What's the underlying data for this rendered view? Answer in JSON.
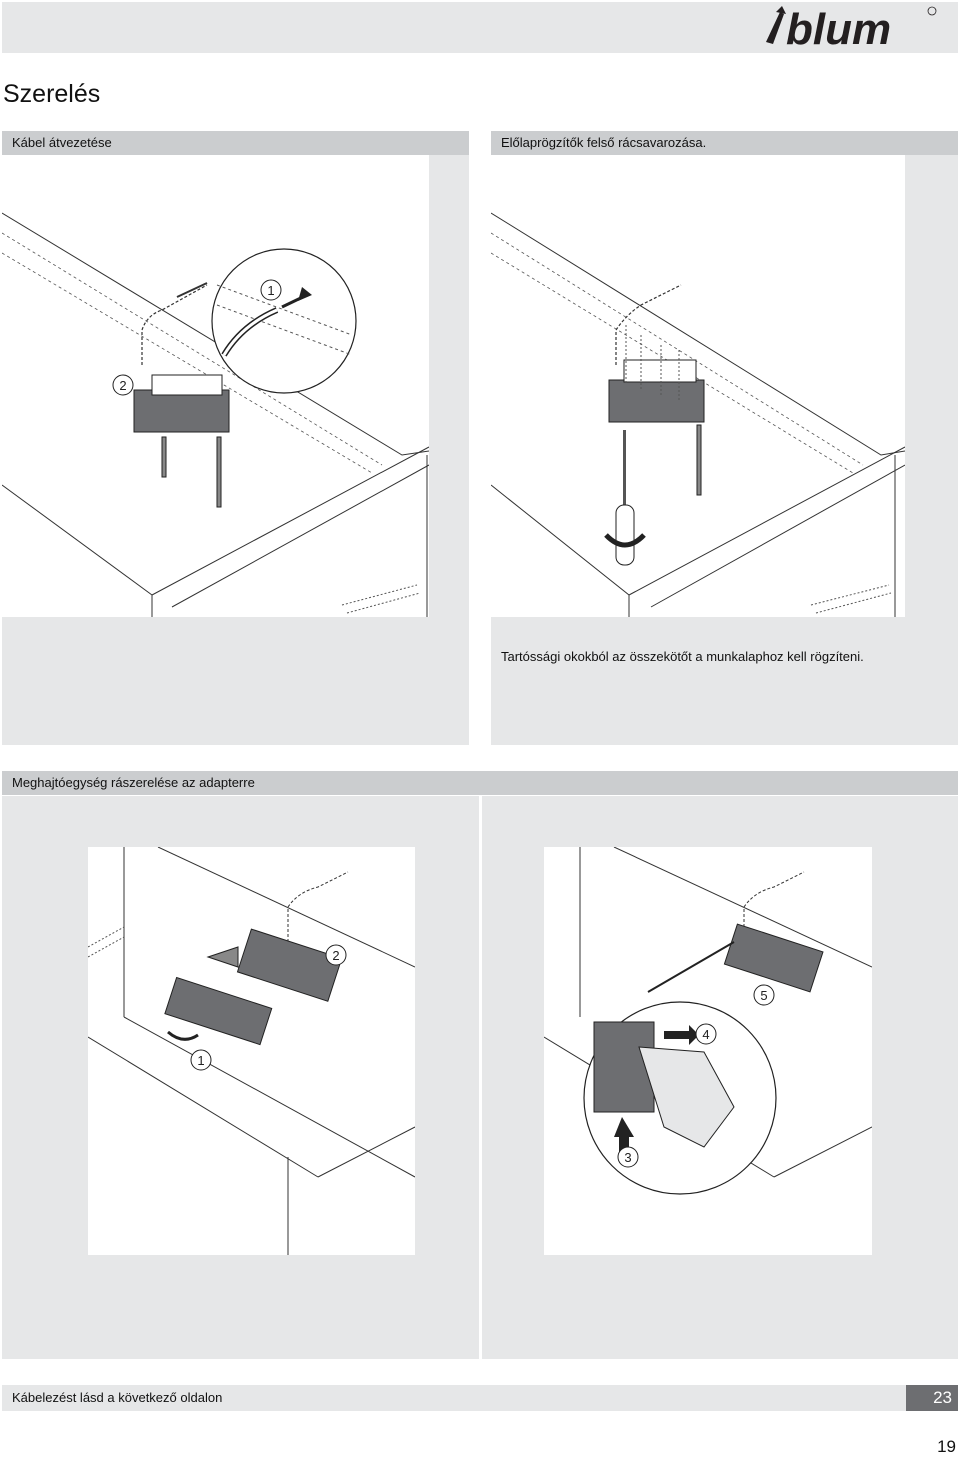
{
  "brand": {
    "name": "blum"
  },
  "page_title": "Szerelés",
  "sections": {
    "cable": {
      "header": "Kábel átvezetése",
      "steps": [
        "1",
        "2"
      ]
    },
    "fastening": {
      "header": "Előlaprögzítők felső rácsavarozása.",
      "caption": "Tartóssági okokból az összekötőt a munkalaphoz kell rögzíteni."
    },
    "drive": {
      "header": "Meghajtóegység rászerelése az adapterre",
      "left_steps": [
        "1",
        "2"
      ],
      "right_steps": [
        "3",
        "4",
        "5"
      ]
    }
  },
  "footer": {
    "note": "Kábelezést lásd a következő oldalon",
    "section_number": "23",
    "page_number": "19"
  },
  "colors": {
    "band": "#e6e7e8",
    "header_band": "#cbcdcf",
    "badge": "#6d6e71",
    "part": "#6d6e71"
  }
}
